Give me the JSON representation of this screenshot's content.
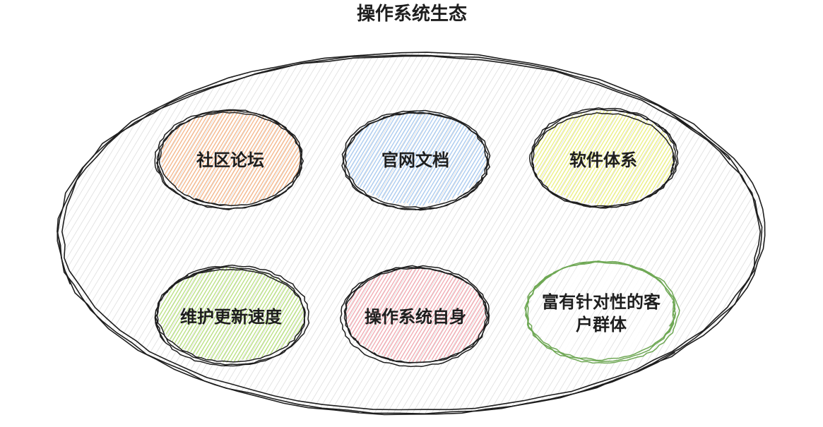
{
  "diagram": {
    "title": "操作系统生态",
    "container": {
      "name": "ecosystem-container",
      "stroke": "#1e1e1e",
      "hatch": "#c8c8c8"
    },
    "nodes": [
      {
        "id": "community-forum",
        "lines": [
          "社区论坛"
        ],
        "fill": "#f6b383",
        "stroke": "#1e1e1e"
      },
      {
        "id": "official-docs",
        "lines": [
          "官网文档"
        ],
        "fill": "#a5c8f0",
        "stroke": "#1e1e1e"
      },
      {
        "id": "software-system",
        "lines": [
          "软件体系"
        ],
        "fill": "#ecf07a",
        "stroke": "#1e1e1e"
      },
      {
        "id": "maintenance-speed",
        "lines": [
          "维护更新速度"
        ],
        "fill": "#b6e07a",
        "stroke": "#1e1e1e"
      },
      {
        "id": "os-itself",
        "lines": [
          "操作系统自身"
        ],
        "fill": "#f2a5ad",
        "stroke": "#1e1e1e"
      },
      {
        "id": "target-customers",
        "lines": [
          "富有针对性的客",
          "户群体"
        ],
        "fill": "#ffffff",
        "stroke": "#6fa855"
      }
    ]
  }
}
